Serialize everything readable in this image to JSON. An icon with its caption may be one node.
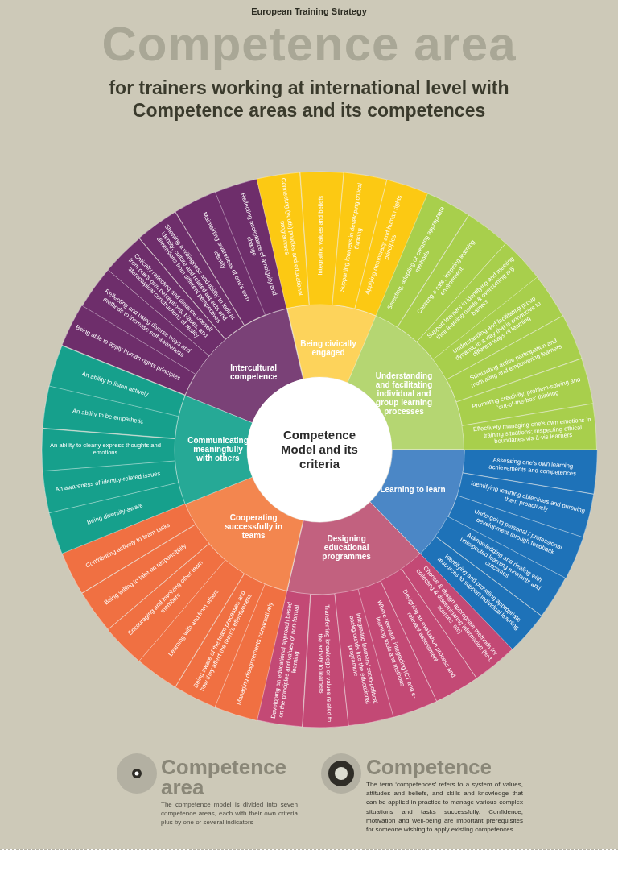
{
  "diagram": {
    "title": "for trainers working at international level with Competence areas and its competences",
    "nodes": [
      {
        "text": [
          "Competence Model and its criteria"
        ]
      },
      {
        "text": [
          "Intercultural competence"
        ]
      },
      {
        "text": [
          "Reflecting acceptance of ambiguity and change"
        ]
      },
      {
        "text": [
          "Maintaining awareness of one's own identity"
        ]
      },
      {
        "text": [
          "Showing a willingness and ability to look at identity, culture and related aspects and dimensions from different perspectives"
        ]
      },
      {
        "text": [
          "Critically reflecting and distance oneself from one's own perceptions, biases, and stereotypical constructions of reality"
        ]
      },
      {
        "text": [
          "Reflecting and using diverse ways and methods to increase self-awareness"
        ]
      },
      {
        "text": [
          "Being able to apply human rights principles"
        ]
      },
      {
        "text": [
          "Being civically engaged"
        ]
      },
      {
        "text": [
          "Connecting (youth) policies and educational programmes"
        ]
      },
      {
        "text": [
          "Integrating values and beliefs"
        ]
      },
      {
        "text": [
          "Supporting learners in developing critical thinking"
        ]
      },
      {
        "text": [
          "Applying democracy and human rights principles"
        ]
      },
      {
        "text": [
          "Understanding and facilitating individual and group learning processes"
        ]
      },
      {
        "text": [
          "Selecting, adapting or creating appropriate methods"
        ]
      },
      {
        "text": [
          "Creating a safe, inspiring learning environment"
        ]
      },
      {
        "text": [
          "Support learners in identifying and meeting their learning needs & overcoming any barriers"
        ]
      },
      {
        "text": [
          "Understanding and facilitating group dynamic in a way that is conducive to different ways of learning"
        ]
      },
      {
        "text": [
          "Stimulating active participation and motivating and empowering learners"
        ]
      },
      {
        "text": [
          "Promoting creativity, problem-solving and 'out-of-the-box' thinking"
        ]
      },
      {
        "text": [
          "Effectively managing one's own emotions in training situations; respecting ethical boundaries vis-à-vis learners"
        ]
      },
      {
        "text": [
          "Learning to learn"
        ]
      },
      {
        "text": [
          "Assessing one's own learning achievements and competences"
        ]
      },
      {
        "text": [
          "Identifying learning objectives and pursuing them proactively"
        ]
      },
      {
        "text": [
          "Undergoing personal / professional development through feedback"
        ]
      },
      {
        "text": [
          "Acknowledging and dealing with unexpected learning moments and outcomes"
        ]
      },
      {
        "text": [
          "Identifying and providing appropriate resources to support individual learning"
        ]
      },
      {
        "text": [
          "Designing educational programmes"
        ]
      },
      {
        "text": [
          "Developing an educational approach based on the principles and values of non-formal learning"
        ]
      },
      {
        "text": [
          "Transferring knowledge or values related to the activity to learners"
        ]
      },
      {
        "text": [
          "Integrating learners' socio-political backgrounds into the educational programme"
        ]
      },
      {
        "text": [
          "Where relevant, integrating ICT and e-learning tools and methods"
        ]
      },
      {
        "text": [
          "Designing an evaluation process and relevant assessment"
        ]
      },
      {
        "text": [
          "Choose & design appropriate methods for collecting & disseminating information (text, sources, etc)"
        ]
      },
      {
        "text": [
          "Cooperating successfully in teams"
        ]
      },
      {
        "text": [
          "Contributing actively to team tasks"
        ]
      },
      {
        "text": [
          "Being willing to take on responsibility"
        ]
      },
      {
        "text": [
          "Encouraging and involving other team members"
        ]
      },
      {
        "text": [
          "Learning with and from others"
        ]
      },
      {
        "text": [
          "Being aware of the team processes and how they affect the team's effectiveness"
        ]
      },
      {
        "text": [
          "Managing disagreements constructively"
        ]
      },
      {
        "text": [
          "Communicating meaningfully with others"
        ]
      },
      {
        "text": [
          "An ability to listen actively"
        ]
      },
      {
        "text": [
          "An ability to be empathetic"
        ]
      },
      {
        "text": [
          "An ability to clearly express thoughts and emotions"
        ]
      },
      {
        "text": [
          "An awareness of identity-related issues"
        ]
      },
      {
        "text": [
          "Being diversity-aware"
        ]
      }
    ],
    "labels": [
      "European Training Strategy",
      "Competence area",
      "Competence area",
      "The competence model is divided into seven competence areas, each with their own criteria plus by one or several indicators",
      "Competence",
      "The term ‘competences’ refers to a system of values, attitudes and beliefs, and skills and knowledge that can be applied in practice to manage various complex situations and tasks successfully. Confidence, motivation and well-being are important prerequisites for someone wishing to apply existing competences."
    ]
  }
}
